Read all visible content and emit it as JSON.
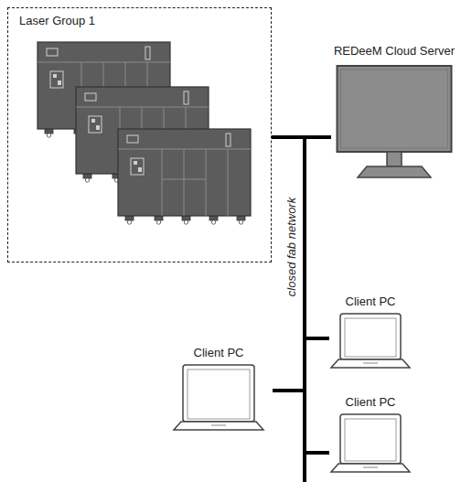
{
  "diagram": {
    "nodes": [
      {
        "text": [
          "Laser Group 1"
        ]
      },
      {
        "text": [
          "REDeeM Cloud Server"
        ]
      },
      {
        "text": [
          "Client PC"
        ]
      },
      {
        "text": [
          "Client PC"
        ]
      },
      {
        "text": [
          "Client PC"
        ]
      }
    ],
    "edges": [
      {
        "from": 0,
        "to": 1,
        "arrow": "none"
      },
      {
        "from": 0,
        "to": 2,
        "arrow": "none"
      },
      {
        "from": 0,
        "to": 3,
        "arrow": "none"
      },
      {
        "from": 0,
        "to": 4,
        "arrow": "none"
      }
    ],
    "labels": [
      "closed fab network"
    ]
  }
}
